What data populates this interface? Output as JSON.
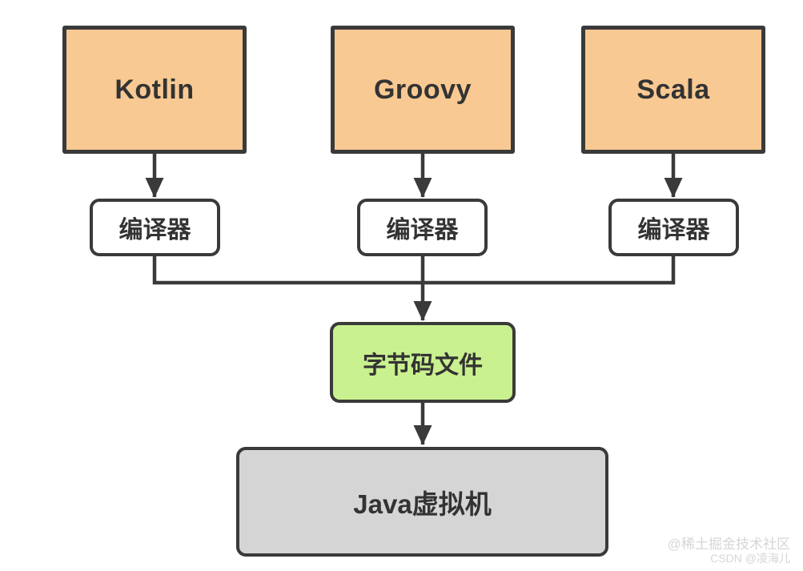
{
  "diagram": {
    "title_hint": "JVM languages compile to bytecode running on the Java Virtual Machine",
    "languages": [
      {
        "label": "Kotlin"
      },
      {
        "label": "Groovy"
      },
      {
        "label": "Scala"
      }
    ],
    "compiler_label": "编译器",
    "bytecode_label": "字节码文件",
    "jvm_label": "Java虚拟机"
  },
  "watermark": {
    "line1": "@稀土掘金技术社区",
    "line2": "CSDN @凌海儿"
  },
  "colors": {
    "background": "#ffffff",
    "language_fill": "#f8c992",
    "compiler_fill": "#ffffff",
    "bytecode_fill": "#c9f18f",
    "jvm_fill": "#d5d5d5",
    "stroke": "#3a3a3a",
    "text": "#333333",
    "watermark_color": "#d6d6d6"
  }
}
